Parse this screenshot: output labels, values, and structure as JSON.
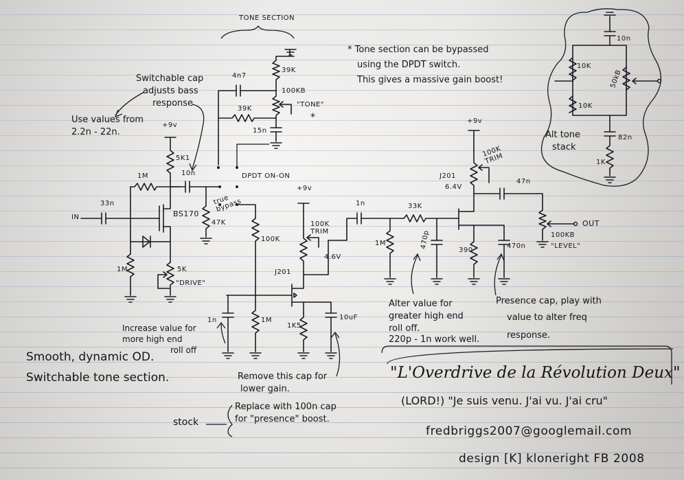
{
  "header": {
    "tone_section": "TONE SECTION",
    "bypass_note_1": "* Tone section can be bypassed",
    "bypass_note_2": "using the DPDT switch.",
    "bypass_note_3": "This gives a massive gain boost!"
  },
  "notes": {
    "switch_cap_1": "Switchable cap",
    "switch_cap_2": "adjusts bass",
    "switch_cap_3": "response",
    "values_1": "Use values from",
    "values_2": "2.2n - 22n.",
    "increase_1": "Increase value for",
    "increase_2": "more high end",
    "increase_3": "roll off",
    "remove_1": "Remove this cap for",
    "remove_2": "lower gain.",
    "replace_1": "Replace with 100n cap",
    "replace_2": "for \"presence\" boost.",
    "stock": "stock",
    "alter_1": "Alter value for",
    "alter_2": "greater high end",
    "alter_3": "roll off.",
    "alter_4": "220p - 1n work well.",
    "presence_1": "Presence cap, play with",
    "presence_2": "value to alter freq",
    "presence_3": "response.",
    "summary_1": "Smooth, dynamic OD.",
    "summary_2": "Switchable tone section.",
    "alt_tone_1": "Alt tone",
    "alt_tone_2": "stack"
  },
  "components": {
    "r_5k1": "5K1",
    "c_10n_a": "10n",
    "r_1m_fb": "1M",
    "c_33n": "33n",
    "in_label": "IN",
    "q_bs170": "BS170",
    "r_47k": "47K",
    "r_1m_gate": "1M",
    "pot_5k": "5K",
    "pot_drive": "\"DRIVE\"",
    "vplus_1": "+9v",
    "c_4n7": "4n7",
    "r_39k_a": "39K",
    "pot_100kb_tone": "100KB",
    "pot_tone": "\"TONE\"",
    "r_39k_b": "39K",
    "c_15n": "15n",
    "star": "*",
    "dpdt": "DPDT ON-ON",
    "true_bypass": "true bypass",
    "r_100k": "100K",
    "vplus_2": "+9v",
    "trim_1": "100K TRIM",
    "v_4_6": "4.6V",
    "q_j201_1": "J201",
    "c_1n_in": "1n",
    "r_1m_b": "1M",
    "r_1k5": "1K5",
    "c_10uf": "10uF",
    "c_1n_b": "1n",
    "r_33k": "33K",
    "r_1m_c": "1M",
    "c_470p": "470p",
    "r_390": "390",
    "c_470n": "470n",
    "vplus_3": "+9v",
    "trim_2": "100K TRIM",
    "q_j201_2": "J201",
    "v_6_4": "6.4V",
    "c_47n": "47n",
    "pot_100kb_level": "100KB",
    "pot_level": "\"LEVEL\"",
    "out_label": "OUT",
    "alt_10n": "10n",
    "alt_10k_a": "10K",
    "alt_50kb": "50kB",
    "alt_10k_b": "10K",
    "alt_82n": "82n",
    "alt_1k": "1K"
  },
  "title_block": {
    "title": "\"L'Overdrive de la Révolution Deux\"",
    "subtitle": "(LORD!) \"Je suis venu. J'ai vu. J'ai cru\"",
    "email": "fredbriggs2007@googlemail.com",
    "credit": "design [K] kloneright  FB 2008"
  }
}
